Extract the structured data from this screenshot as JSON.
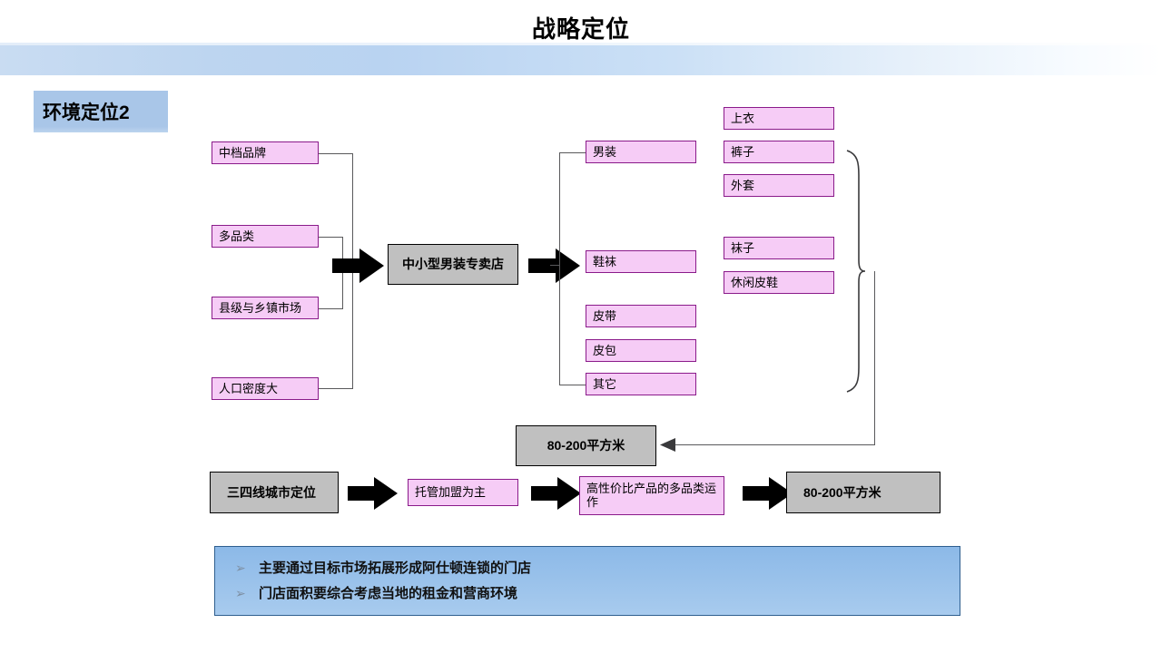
{
  "slide": {
    "title": "战略定位",
    "section_tag": "环境定位2",
    "accent_blue": "#a9c6e8",
    "band_blue": "#b9d3f1",
    "pink_fill": "#f6ccf6",
    "pink_border": "#8a1a8a",
    "gray_fill": "#c0c0c0",
    "line_color": "#59595b",
    "note_fill": "#97c0ea"
  },
  "drivers": [
    {
      "label": "中档品牌"
    },
    {
      "label": "多品类"
    },
    {
      "label": "县级与乡镇市场"
    },
    {
      "label": "人口密度大"
    }
  ],
  "format_node": {
    "label": "中小型男装专卖店"
  },
  "categories": [
    {
      "label": "男装"
    },
    {
      "label": "鞋袜"
    },
    {
      "label": "皮带"
    },
    {
      "label": "皮包"
    },
    {
      "label": "其它"
    }
  ],
  "subcategories": {
    "menswear": [
      {
        "label": "上衣"
      },
      {
        "label": "裤子"
      },
      {
        "label": "外套"
      }
    ],
    "footwear": [
      {
        "label": "袜子"
      },
      {
        "label": "休闲皮鞋"
      }
    ]
  },
  "area_node_top": {
    "label": "80-200平方米"
  },
  "bottom_flow": [
    {
      "label": "三四线城市定位",
      "style": "gray"
    },
    {
      "label": "托管加盟为主",
      "style": "pink"
    },
    {
      "label": "高性价比产品的多品类运作",
      "style": "pink"
    },
    {
      "label": "80-200平方米",
      "style": "gray"
    }
  ],
  "notes": {
    "bullet_glyph": "➢",
    "lines": [
      "主要通过目标市场拓展形成阿仕顿连锁的门店",
      "门店面积要综合考虑当地的租金和营商环境"
    ]
  }
}
